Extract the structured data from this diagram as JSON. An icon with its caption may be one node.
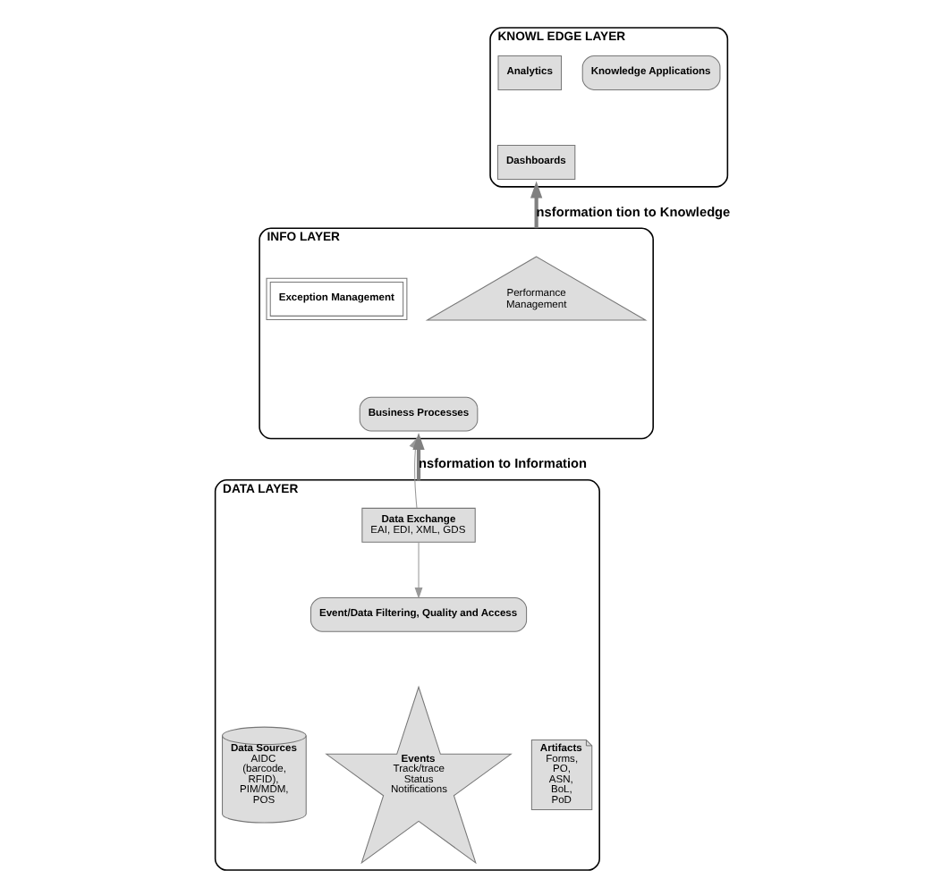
{
  "diagram": {
    "nodes": [
      {
        "text": [
          "KNOWL EDGE LAYER"
        ]
      },
      {
        "text": [
          "Knowledge Applications"
        ],
        "in": 0
      },
      {
        "text": [
          "Analytics"
        ],
        "in": 0
      },
      {
        "text": [
          "Dashboards"
        ],
        "in": 0
      },
      {
        "text": [
          "INFO LAYER"
        ]
      },
      {
        "text": [
          "Performance Management"
        ],
        "in": 4
      },
      {
        "text": [
          "Exception Management"
        ],
        "in": 4
      },
      {
        "text": [
          "Business Processes"
        ],
        "in": 4
      },
      {
        "text": [
          "DATA LAYER"
        ]
      },
      {
        "text": [
          "Data Exchange",
          "EAI, EDI, XML, GDS"
        ],
        "in": 8
      },
      {
        "text": [
          "Event/Data Filtering, Quality and Access"
        ],
        "in": 8
      },
      {
        "text": [
          "Data Sources",
          "AIDC (barcode, RFID), PIM/MDM, POS"
        ],
        "in": 8
      },
      {
        "text": [
          "Events",
          "Track/trace Status Notifications"
        ],
        "in": 8
      },
      {
        "text": [
          "Artifacts",
          "Forms, PO, ASN, BoL, PoD"
        ],
        "in": 8
      }
    ],
    "edges": [
      {
        "from": 9,
        "to": 4,
        "arrow": "to"
      },
      {
        "from": 9,
        "to": 10,
        "arrow": "to"
      },
      {
        "from": 8,
        "to": 4,
        "arrow": "to",
        "label": "nsformation to Information",
        "style": "thick",
        "color": "#808080"
      },
      {
        "from": 4,
        "to": 0,
        "arrow": "to",
        "label": "nsformation tion to Knowledge",
        "style": "thick",
        "color": "#808080"
      }
    ]
  }
}
